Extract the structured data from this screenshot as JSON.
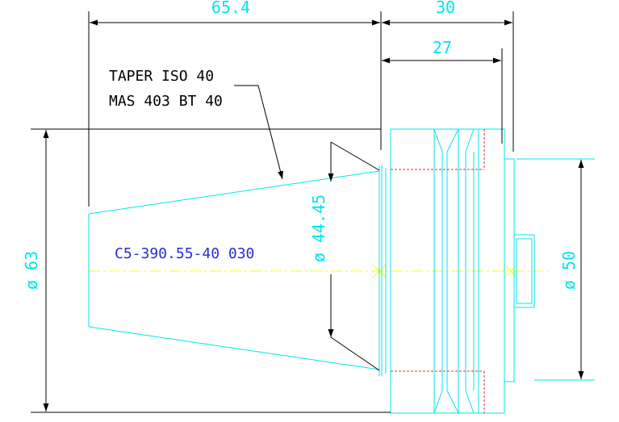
{
  "drawing": {
    "dimensions": {
      "dim_65_4": "65.4",
      "dim_30": "30",
      "dim_27": "27",
      "dim_dia_63": "ø 63",
      "dim_dia_44_45": "ø 44.45",
      "dim_dia_50": "ø 50"
    },
    "notes": {
      "taper_line1": "TAPER ISO 40",
      "taper_line2": "MAS 403 BT 40",
      "part_number": "C5-390.55-40 030"
    },
    "colors": {
      "background": "#ffffff",
      "outline": "#00e5ee",
      "dimension_text": "#00e5ee",
      "leader": "#000000",
      "note_text": "#000000",
      "part_number": "#2b2bd6",
      "centerline": "#ffff00",
      "hidden_line": "#ff2020"
    }
  }
}
